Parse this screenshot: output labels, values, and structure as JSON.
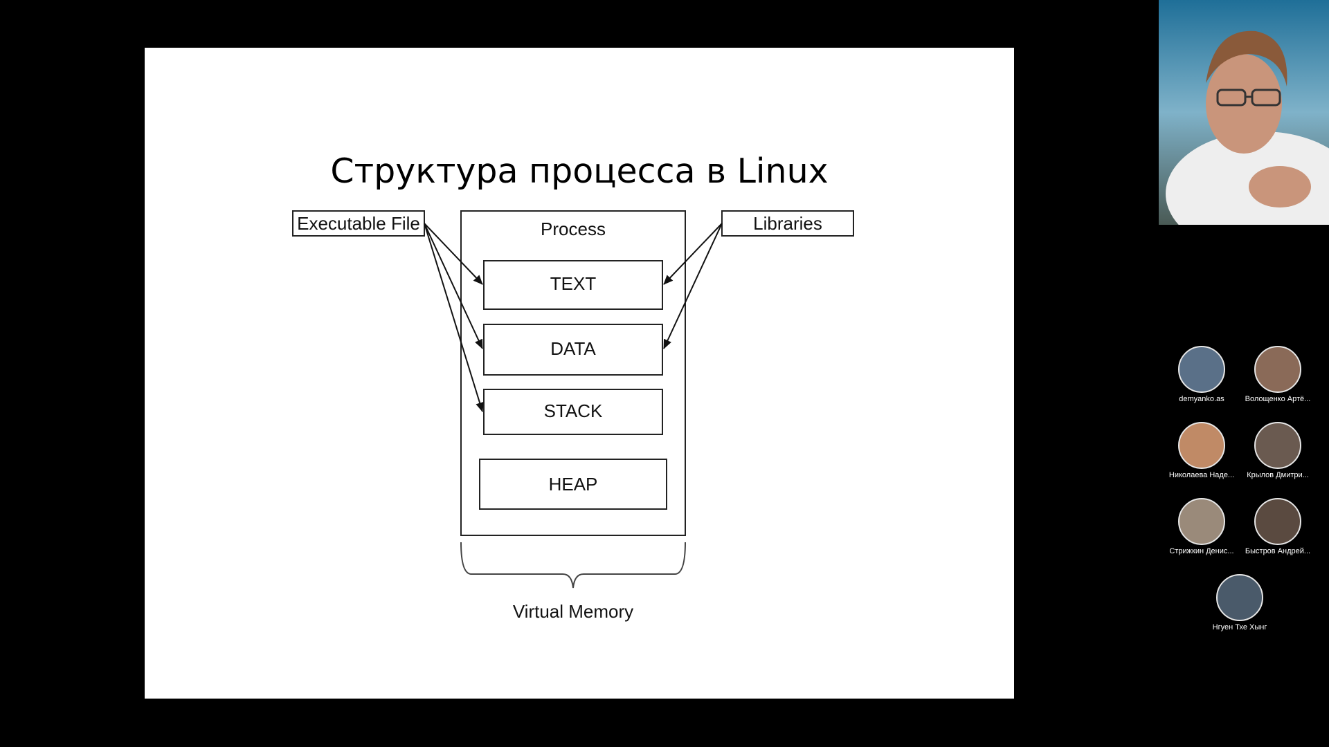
{
  "slide": {
    "title": "Структура процесса в Linux",
    "diagram": {
      "executable_file": "Executable File",
      "libraries": "Libraries",
      "process": "Process",
      "segments": [
        "TEXT",
        "DATA",
        "STACK",
        "HEAP"
      ],
      "virtual_memory": "Virtual Memory"
    }
  },
  "video": {
    "speaker_tile_icon": "speaker-video"
  },
  "participants": [
    {
      "name": "demyanko.as",
      "color": "#5a7088"
    },
    {
      "name": "Волощенко Артё...",
      "color": "#8a6a58"
    },
    {
      "name": "Николаева Наде...",
      "color": "#c08a66"
    },
    {
      "name": "Крылов Дмитри...",
      "color": "#6a5a50"
    },
    {
      "name": "Стрижкин Денис...",
      "color": "#9a8a7a"
    },
    {
      "name": "Быстров Андрей...",
      "color": "#5a4a40"
    },
    {
      "name": "Нгуен Тхе Хынг",
      "color": "#4a5a6a"
    }
  ]
}
